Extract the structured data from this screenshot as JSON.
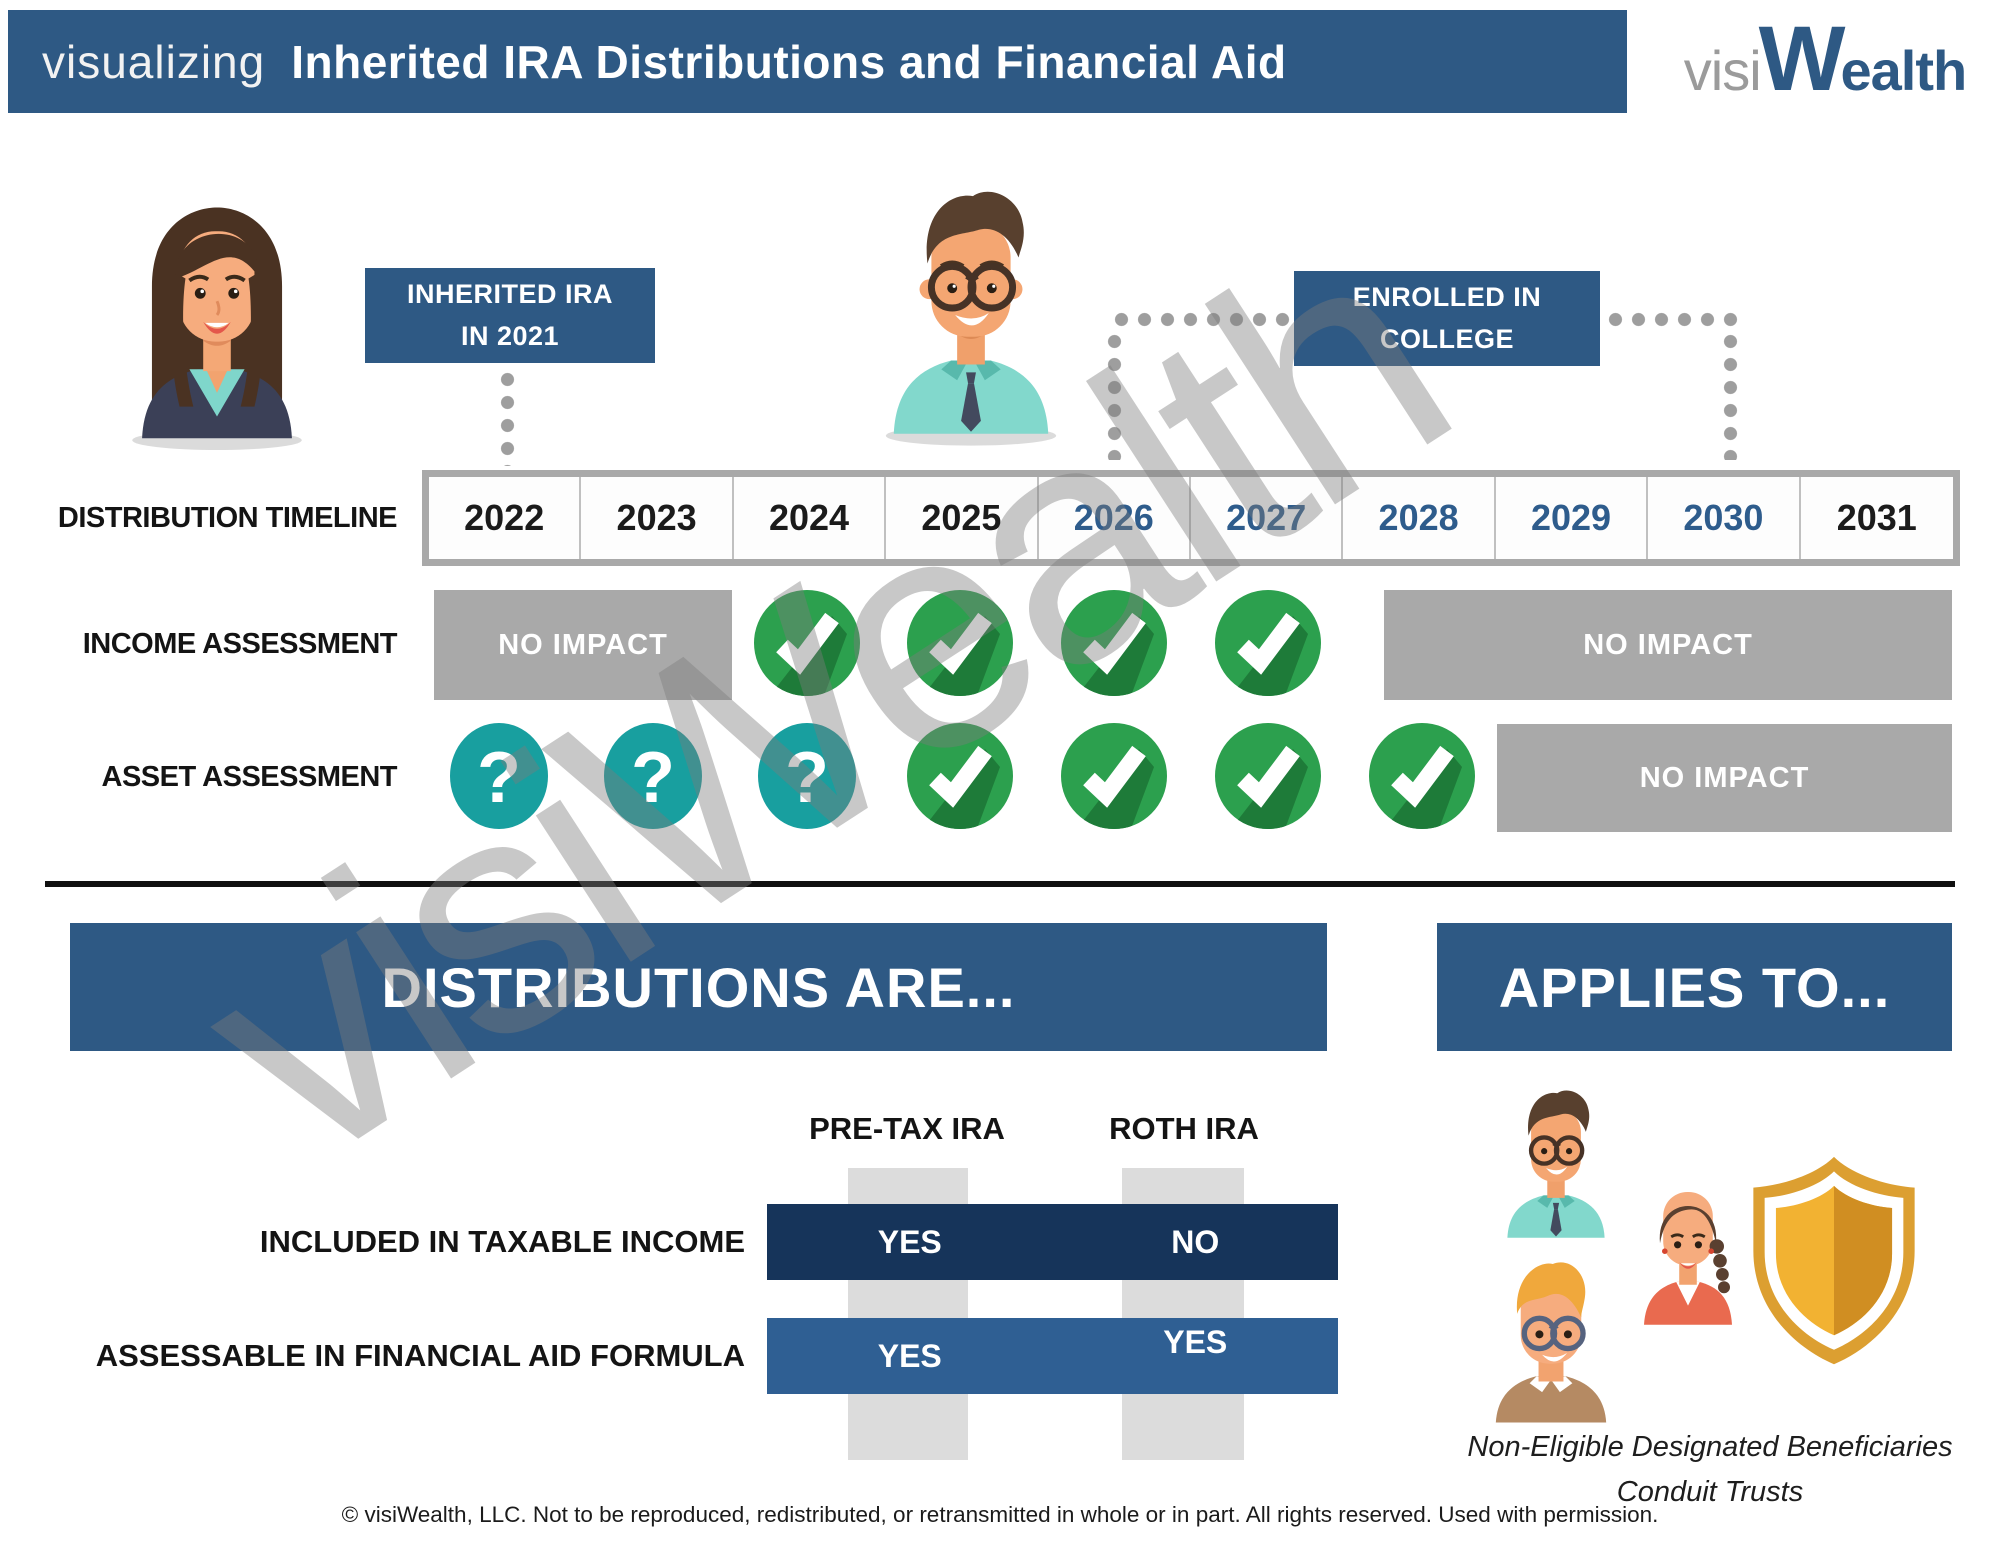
{
  "header": {
    "eyebrow": "visualizing",
    "title": "Inherited IRA Distributions and Financial Aid"
  },
  "logo": {
    "visi": "visi",
    "w": "W",
    "ealth": "ealth"
  },
  "callouts": {
    "inherited": {
      "line1": "INHERITED IRA",
      "line2": "IN 2021"
    },
    "enrolled": {
      "line1": "ENROLLED IN",
      "line2": "COLLEGE"
    }
  },
  "timeline": {
    "label": "DISTRIBUTION TIMELINE",
    "years": [
      "2022",
      "2023",
      "2024",
      "2025",
      "2026",
      "2027",
      "2028",
      "2029",
      "2030",
      "2031"
    ],
    "college_years": [
      "2026",
      "2027",
      "2028",
      "2029",
      "2030"
    ]
  },
  "assessment": {
    "income": {
      "label": "INCOME ASSESSMENT",
      "no_impact_left": "NO IMPACT",
      "no_impact_right": "NO IMPACT",
      "status_by_year": [
        "no-impact",
        "no-impact",
        "check",
        "check",
        "check",
        "check",
        "no-impact",
        "no-impact",
        "no-impact",
        "no-impact"
      ]
    },
    "asset": {
      "label": "ASSET ASSESSMENT",
      "no_impact": "NO IMPACT",
      "status_by_year": [
        "question",
        "question",
        "question",
        "check",
        "check",
        "check",
        "check",
        "no-impact",
        "no-impact",
        "no-impact"
      ]
    }
  },
  "sections": {
    "distributions": "DISTRIBUTIONS ARE...",
    "applies": "APPLIES TO..."
  },
  "table": {
    "headers": [
      "PRE-TAX IRA",
      "ROTH IRA"
    ],
    "rows": [
      {
        "label": "INCLUDED IN TAXABLE INCOME",
        "values": [
          "YES",
          "NO"
        ]
      },
      {
        "label": "ASSESSABLE IN FINANCIAL AID FORMULA",
        "values": [
          "YES",
          "YES"
        ]
      }
    ]
  },
  "applies_to": {
    "line1": "Non-Eligible  Designated Beneficiaries",
    "line2": "Conduit Trusts"
  },
  "icons": {
    "question": "?"
  },
  "watermark": "visiWealth",
  "footer": "© visiWealth, LLC. Not to be reproduced, redistributed, or retransmitted in whole or in part. All rights reserved. Used with permission.",
  "colors": {
    "brand_blue": "#2E5984",
    "navy_row": "#16345A",
    "mid_blue_row": "#2F5F93",
    "no_impact_gray": "#A9A9A9",
    "check_green": "#2CA04E",
    "check_green_dark": "#1E7B39",
    "question_teal": "#189F9F",
    "shield_gold": "#DC9F31",
    "year_highlight_blue": "#2E5C8C"
  }
}
